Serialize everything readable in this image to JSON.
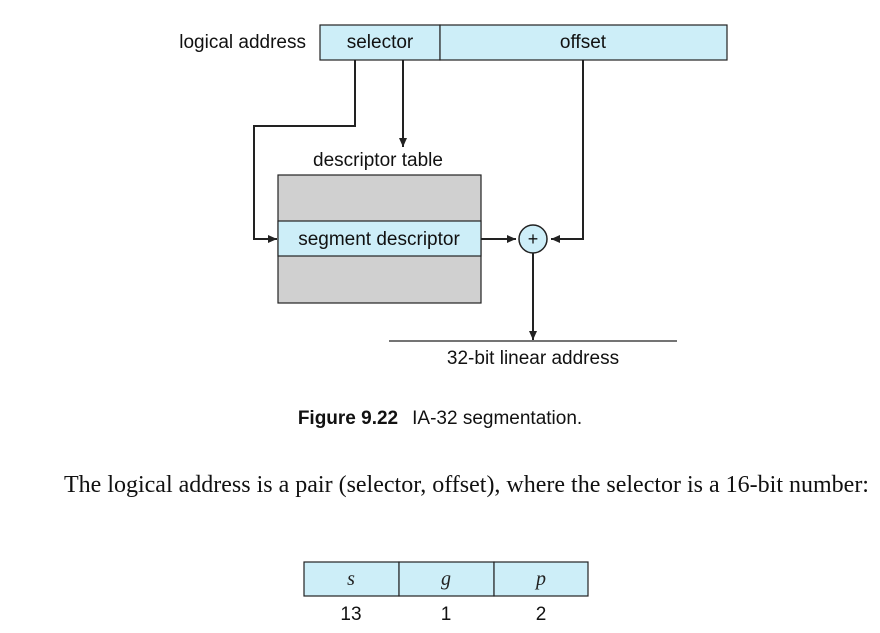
{
  "figure": {
    "labels": {
      "logical_address": "logical address",
      "selector": "selector",
      "offset": "offset",
      "descriptor_table": "descriptor table",
      "segment_descriptor": "segment descriptor",
      "plus": "+",
      "linear_address": "32-bit linear address"
    },
    "caption": {
      "number": "Figure 9.22",
      "text": "IA-32 segmentation."
    },
    "colors": {
      "light_blue": "#cdeef8",
      "gray": "#d0d0d0",
      "stroke": "#222222"
    }
  },
  "paragraph": {
    "text": "The logical address is a pair (selector, offset), where the selector is a 16-bit number:"
  },
  "selector_format": {
    "fields": [
      {
        "name": "s",
        "bits": "13"
      },
      {
        "name": "g",
        "bits": "1"
      },
      {
        "name": "p",
        "bits": "2"
      }
    ]
  }
}
